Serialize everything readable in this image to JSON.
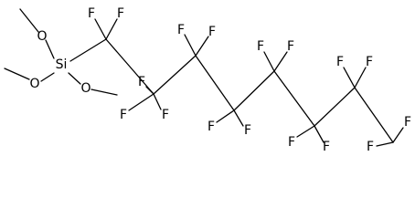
{
  "molecule": {
    "atoms": {
      "Si": "Si",
      "O1": "O",
      "O2": "O",
      "O3": "O",
      "F1": "F",
      "F2": "F",
      "F3": "F",
      "F4": "F",
      "F5": "F",
      "F6": "F",
      "F7": "F",
      "F8": "F",
      "F9": "F",
      "F10": "F",
      "F11": "F",
      "F12": "F",
      "F13": "F",
      "F14": "F",
      "F15": "F",
      "F16": "F",
      "F17": "F"
    }
  }
}
